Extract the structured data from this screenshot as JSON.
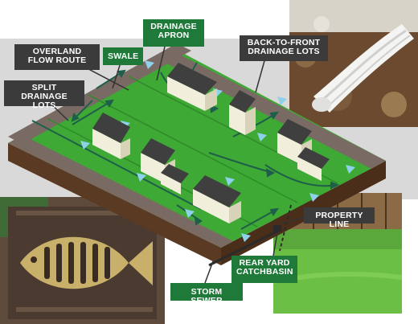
{
  "labels": {
    "drainage_apron": "DRAINAGE APRON",
    "overland_flow_route": "OVERLAND FLOW ROUTE",
    "swale": "SWALE",
    "split_drainage_lots": "SPLIT DRAINAGE LOTS",
    "back_to_front_drainage_lots": "BACK-TO-FRONT DRAINAGE LOTS",
    "property_line": "PROPERTY LINE",
    "rear_yard_catchbasin": "REAR YARD CATCHBASIN",
    "storm_sewer": "STORM SEWER"
  },
  "colors": {
    "grass": "#3ea935",
    "grass_dark": "#2e8a2a",
    "road": "#7a6a64",
    "soil_edge": "#5a3a22",
    "flow_arrow": "#1f5f4a",
    "runoff_triangle": "#8fd1ea",
    "label_dark": "#3b3b3b",
    "label_green": "#1f7a3a",
    "house_wall": "#f2eedc",
    "house_roof": "#3f3f3f",
    "catchbasin_grate": "#c9b06a"
  },
  "photos": {
    "top_right": "downspout-extension-photo",
    "bottom_left": "fish-shaped-catchbasin-grate-photo",
    "bottom_right": "backyard-lawn-fence-photo"
  }
}
